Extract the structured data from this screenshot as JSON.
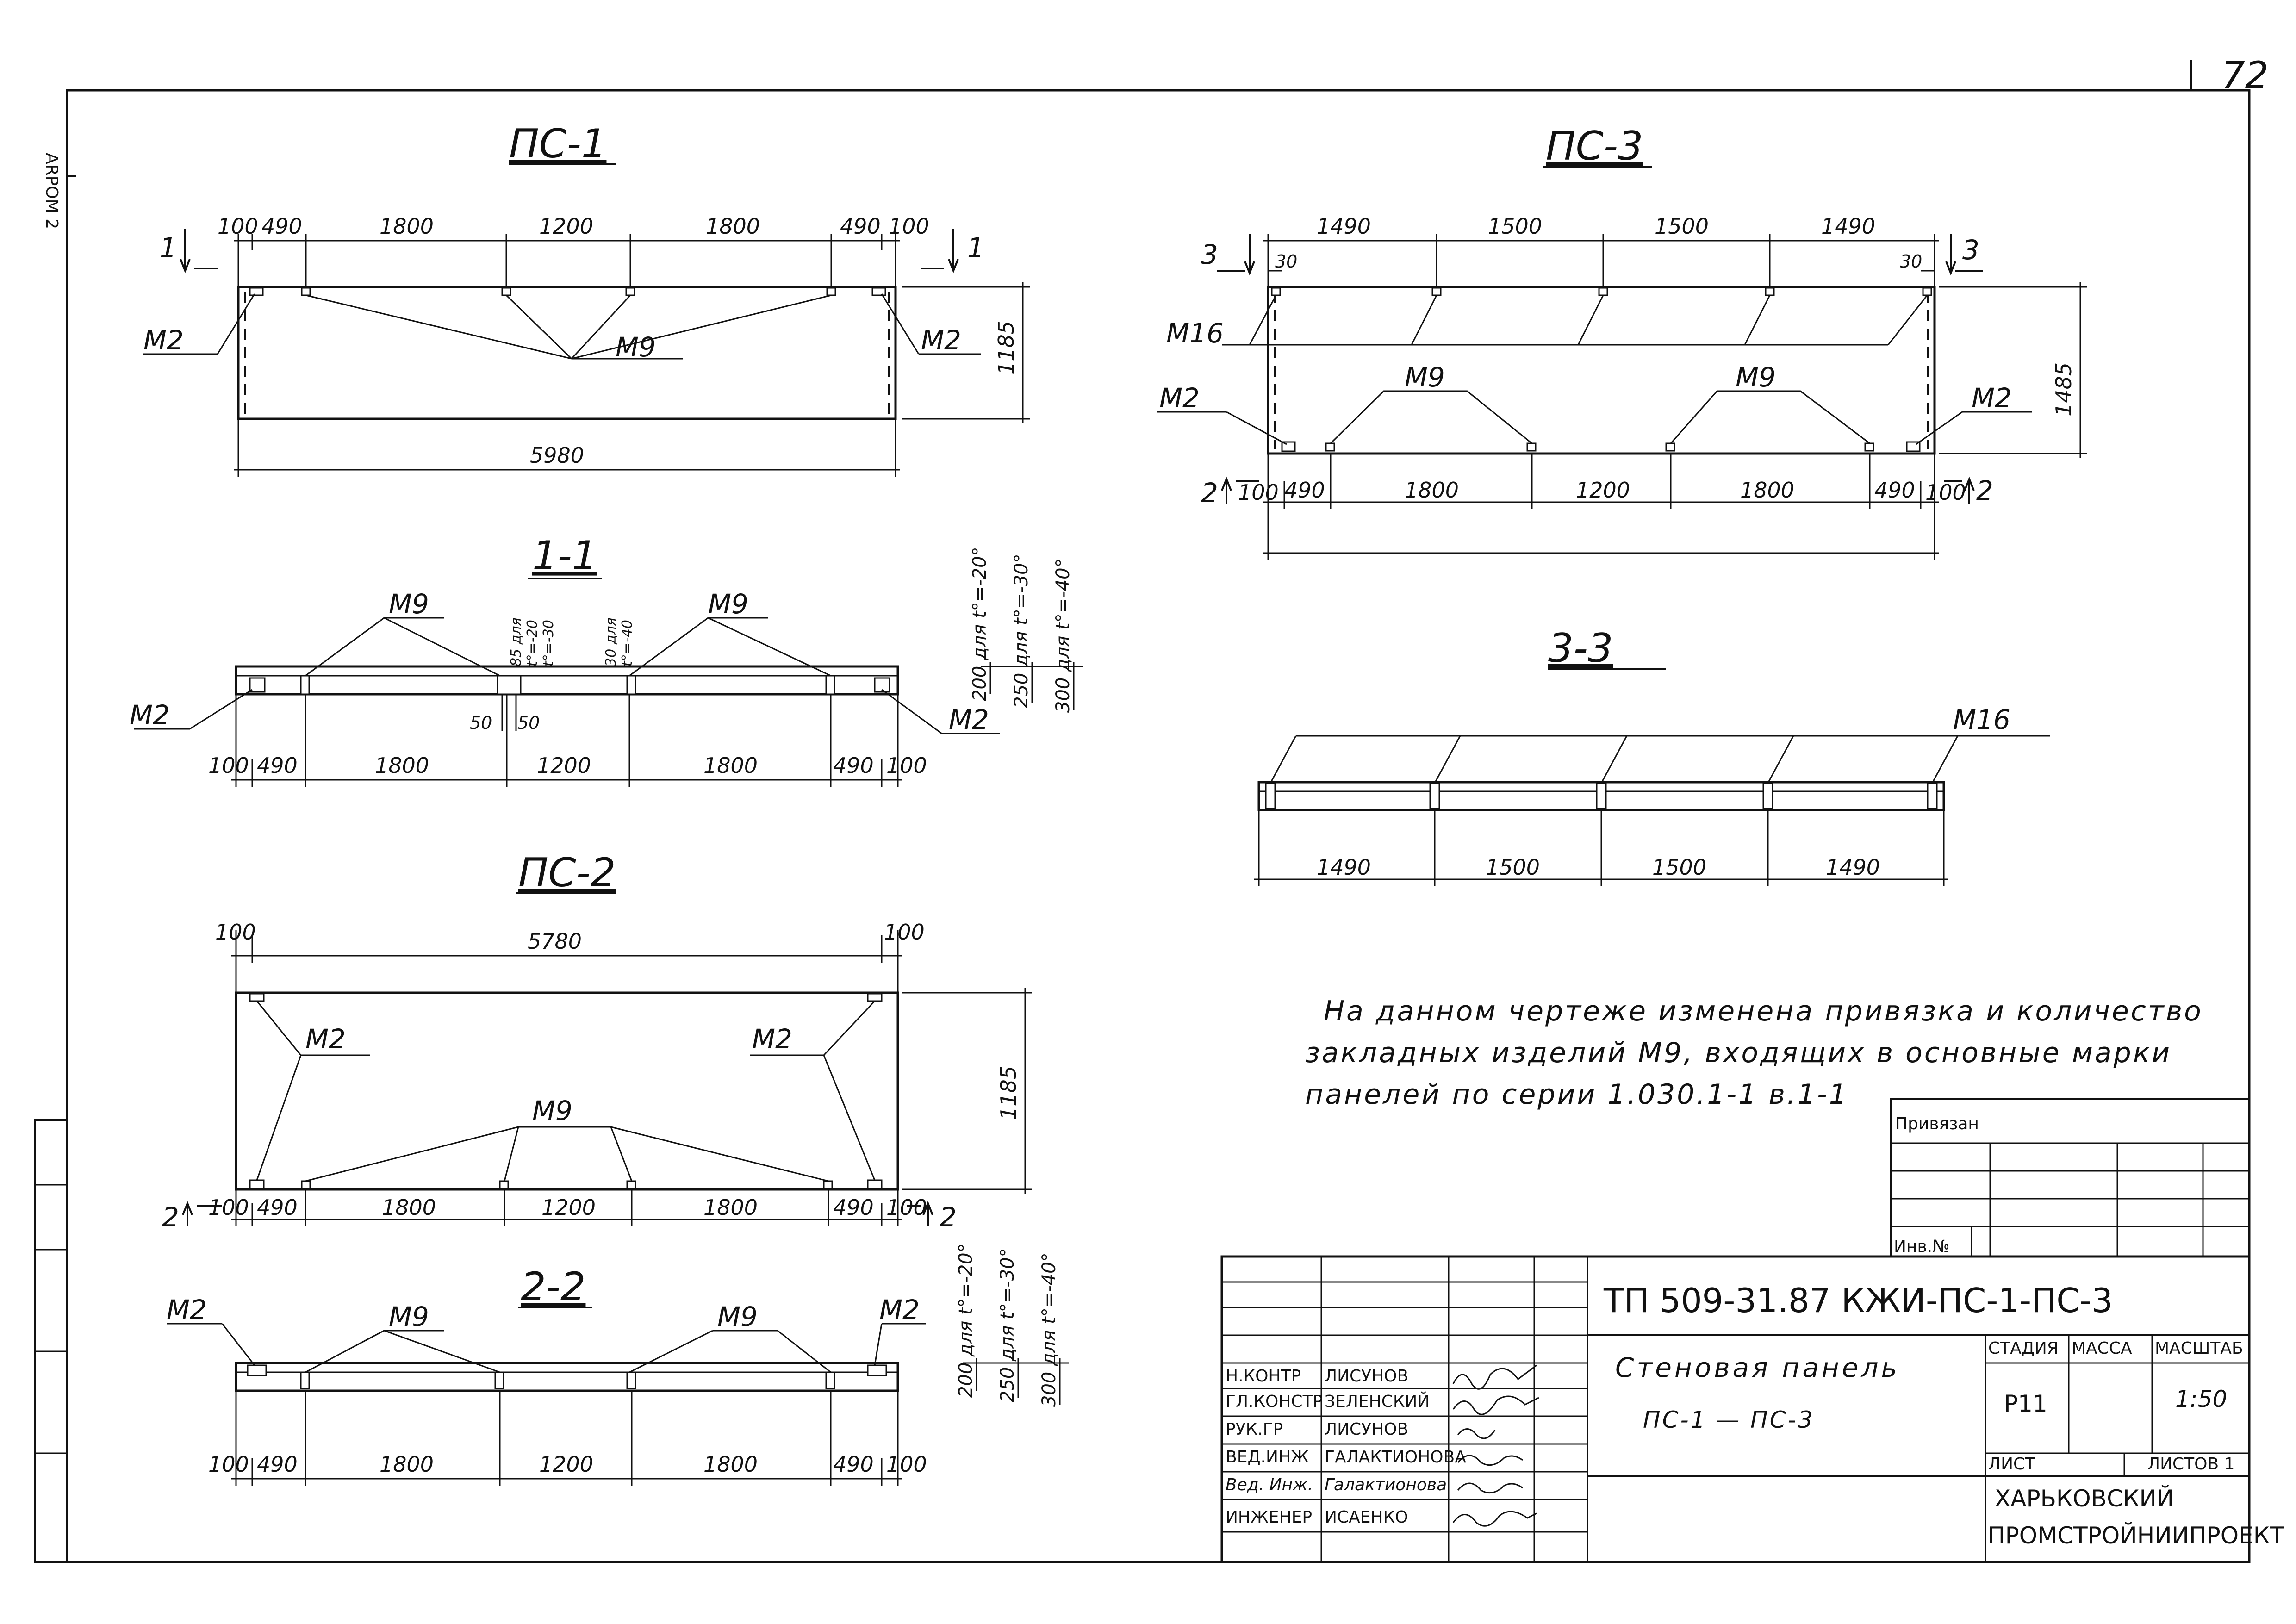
{
  "page_number": "72",
  "side_label": "ARPOM 2",
  "ps1": {
    "title": "ПС-1",
    "dims_top": [
      "100",
      "490",
      "1800",
      "1200",
      "1800",
      "490",
      "100"
    ],
    "total": "5980",
    "height": "1185",
    "cut_left": "1",
    "cut_right": "1",
    "labels": {
      "m2_left": "М2",
      "m2_right": "М2",
      "m9": "М9"
    }
  },
  "sec11": {
    "title": "1-1",
    "m9_left": "М9",
    "m9_right": "М9",
    "m2_left": "М2",
    "m2_right": "М2",
    "dims_bottom": [
      "100",
      "490",
      "1800",
      "1200",
      "1800",
      "490",
      "100"
    ],
    "gap": [
      "50",
      "50"
    ],
    "small_notes": [
      "85 для",
      "t°=-20",
      "t°=-30",
      "30 для",
      "t°=-40"
    ],
    "thick": [
      "200 для t°=-20°",
      "250 для t°=-30°",
      "300 для t°=-40°"
    ]
  },
  "ps2": {
    "title": "ПС-2",
    "dims_top": [
      "100",
      "5780",
      "100"
    ],
    "dims_bottom": [
      "100",
      "490",
      "1800",
      "1200",
      "1800",
      "490",
      "100"
    ],
    "height": "1185",
    "cut_left": "2",
    "cut_right": "2",
    "labels": {
      "m2_left": "М2",
      "m2_right": "М2",
      "m9": "М9"
    }
  },
  "sec22": {
    "title": "2-2",
    "m2_left": "М2",
    "m2_right": "М2",
    "m9_left": "М9",
    "m9_right": "М9",
    "dims_bottom": [
      "100",
      "490",
      "1800",
      "1200",
      "1800",
      "490",
      "100"
    ],
    "thick": [
      "200 для t°=-20°",
      "250 для t°=-30°",
      "300 для t°=-40°"
    ]
  },
  "ps3": {
    "title": "ПС-3",
    "dims_top": [
      "1490",
      "1500",
      "1500",
      "1490"
    ],
    "dims_bottom": [
      "100",
      "490",
      "1800",
      "1200",
      "1800",
      "490",
      "100"
    ],
    "edge": [
      "30",
      "30"
    ],
    "height": "1485",
    "cut_top_left": "3",
    "cut_top_right": "3",
    "cut_bot_left": "2",
    "cut_bot_right": "2",
    "labels": {
      "m16": "М16",
      "m2_left": "М2",
      "m2_right": "М2",
      "m9_left": "М9",
      "m9_right": "М9"
    }
  },
  "sec33": {
    "title": "3-3",
    "m16": "М16",
    "dims_bottom": [
      "1490",
      "1500",
      "1500",
      "1490"
    ]
  },
  "note": {
    "line1": "На данном чертеже изменена привязка и количество",
    "line2": "закладных изделий М9, входящих в основные марки",
    "line3": "панелей по серии 1.030.1-1 в.1-1"
  },
  "stamp": {
    "privyazan": "Привязан",
    "inv": "Инв.№"
  },
  "title_block": {
    "code": "ТП 509-31.87  КЖИ-ПС-1-ПС-3",
    "desc1": "Стеновая панель",
    "desc2": "ПС-1 — ПС-3",
    "roles": [
      "Н.КОНТР",
      "ГЛ.КОНСТР",
      "РУК.ГР",
      "ВЕД.ИНЖ",
      "Вед. Инж.",
      "",
      "ИНЖЕНЕР"
    ],
    "names": [
      "ЛИСУНОВ",
      "ЗЕЛЕНСКИЙ",
      "ЛИСУНОВ",
      "ГАЛАКТИОНОВА",
      "Галактионова",
      "",
      "ИСАЕНКО"
    ],
    "stadia_label": "СТАДИЯ",
    "massa_label": "МАССА",
    "masshtab_label": "МАСШТАБ",
    "stadia": "Р11",
    "masshtab": "1:50",
    "list_label": "ЛИСТ",
    "listov_label": "ЛИСТОВ 1",
    "org1": "ХАРЬКОВСКИЙ",
    "org2": "ПРОМСТРОЙНИИПРОЕКТ"
  }
}
